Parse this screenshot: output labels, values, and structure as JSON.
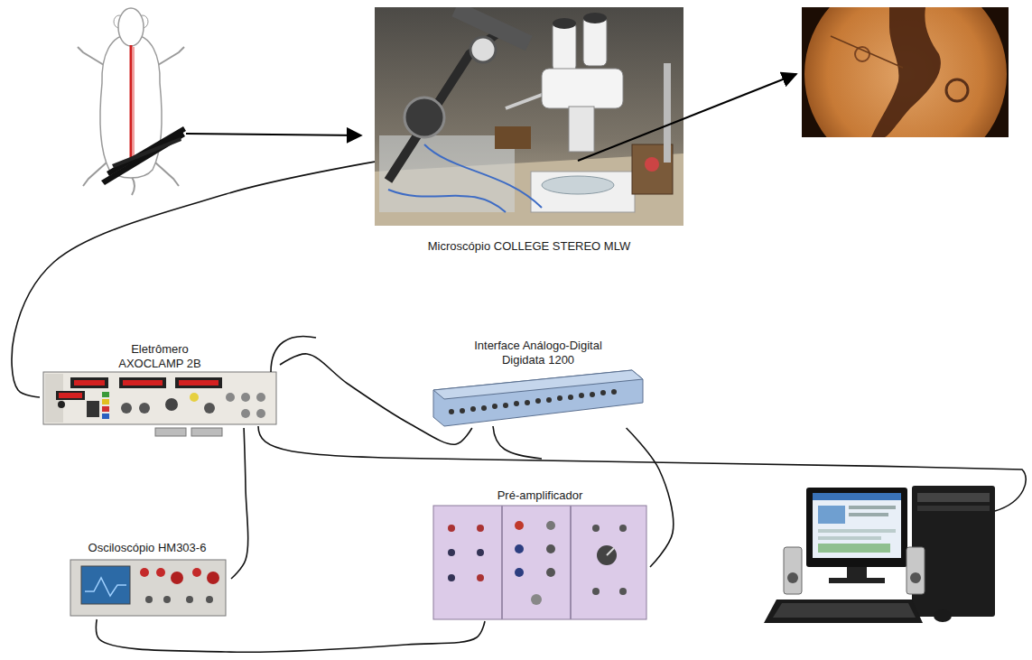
{
  "diagram": {
    "nodes": [
      {
        "text": [
          "Microscópio COLLEGE STEREO MLW"
        ]
      },
      {
        "text": [
          "Eletrômero AXOCLAMP 2B"
        ]
      },
      {
        "text": [
          "Interface Análogo-Digital Digidata 1200"
        ]
      },
      {
        "text": [
          "Osciloscópio HM303-6"
        ]
      },
      {
        "text": [
          "Pré-amplificador"
        ]
      }
    ],
    "edges": [
      {
        "from": 0,
        "to": 1,
        "arrow": "none"
      },
      {
        "from": 1,
        "to": 2,
        "arrow": "none"
      },
      {
        "from": 1,
        "to": 3,
        "arrow": "none"
      },
      {
        "from": 3,
        "to": 4,
        "arrow": "none"
      },
      {
        "from": 2,
        "to": 4,
        "arrow": "none"
      }
    ]
  }
}
